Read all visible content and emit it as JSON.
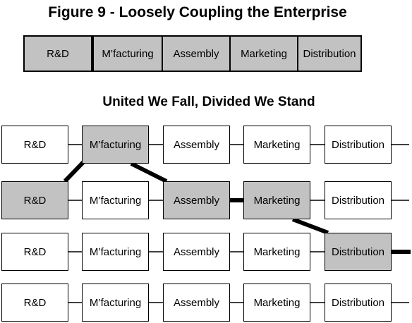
{
  "figure_title": "Figure 9 - Loosely Coupling the Enterprise",
  "top_bar": {
    "cells": [
      "R&D",
      "M’facturing",
      "Assembly",
      "Marketing",
      "Distribution"
    ]
  },
  "subtitle": "United We Fall, Divided We Stand",
  "grid": {
    "rows": [
      {
        "cells": [
          {
            "label": "R&D",
            "shaded": false
          },
          {
            "label": "M’facturing",
            "shaded": true
          },
          {
            "label": "Assembly",
            "shaded": false
          },
          {
            "label": "Marketing",
            "shaded": false
          },
          {
            "label": "Distribution",
            "shaded": false
          }
        ]
      },
      {
        "cells": [
          {
            "label": "R&D",
            "shaded": true
          },
          {
            "label": "M’facturing",
            "shaded": false
          },
          {
            "label": "Assembly",
            "shaded": true
          },
          {
            "label": "Marketing",
            "shaded": true
          },
          {
            "label": "Distribution",
            "shaded": false
          }
        ]
      },
      {
        "cells": [
          {
            "label": "R&D",
            "shaded": false
          },
          {
            "label": "M’facturing",
            "shaded": false
          },
          {
            "label": "Assembly",
            "shaded": false
          },
          {
            "label": "Marketing",
            "shaded": false
          },
          {
            "label": "Distribution",
            "shaded": true
          }
        ]
      },
      {
        "cells": [
          {
            "label": "R&D",
            "shaded": false
          },
          {
            "label": "M’facturing",
            "shaded": false
          },
          {
            "label": "Assembly",
            "shaded": false
          },
          {
            "label": "Marketing",
            "shaded": false
          },
          {
            "label": "Distribution",
            "shaded": false
          }
        ]
      }
    ],
    "highlighted_path": [
      {
        "row": 1,
        "col": 0
      },
      {
        "row": 0,
        "col": 1
      },
      {
        "row": 1,
        "col": 2
      },
      {
        "row": 1,
        "col": 3
      },
      {
        "row": 2,
        "col": 4
      }
    ]
  },
  "colors": {
    "shaded_fill": "#d4d4d4",
    "border": "#000000",
    "background": "#ffffff"
  }
}
